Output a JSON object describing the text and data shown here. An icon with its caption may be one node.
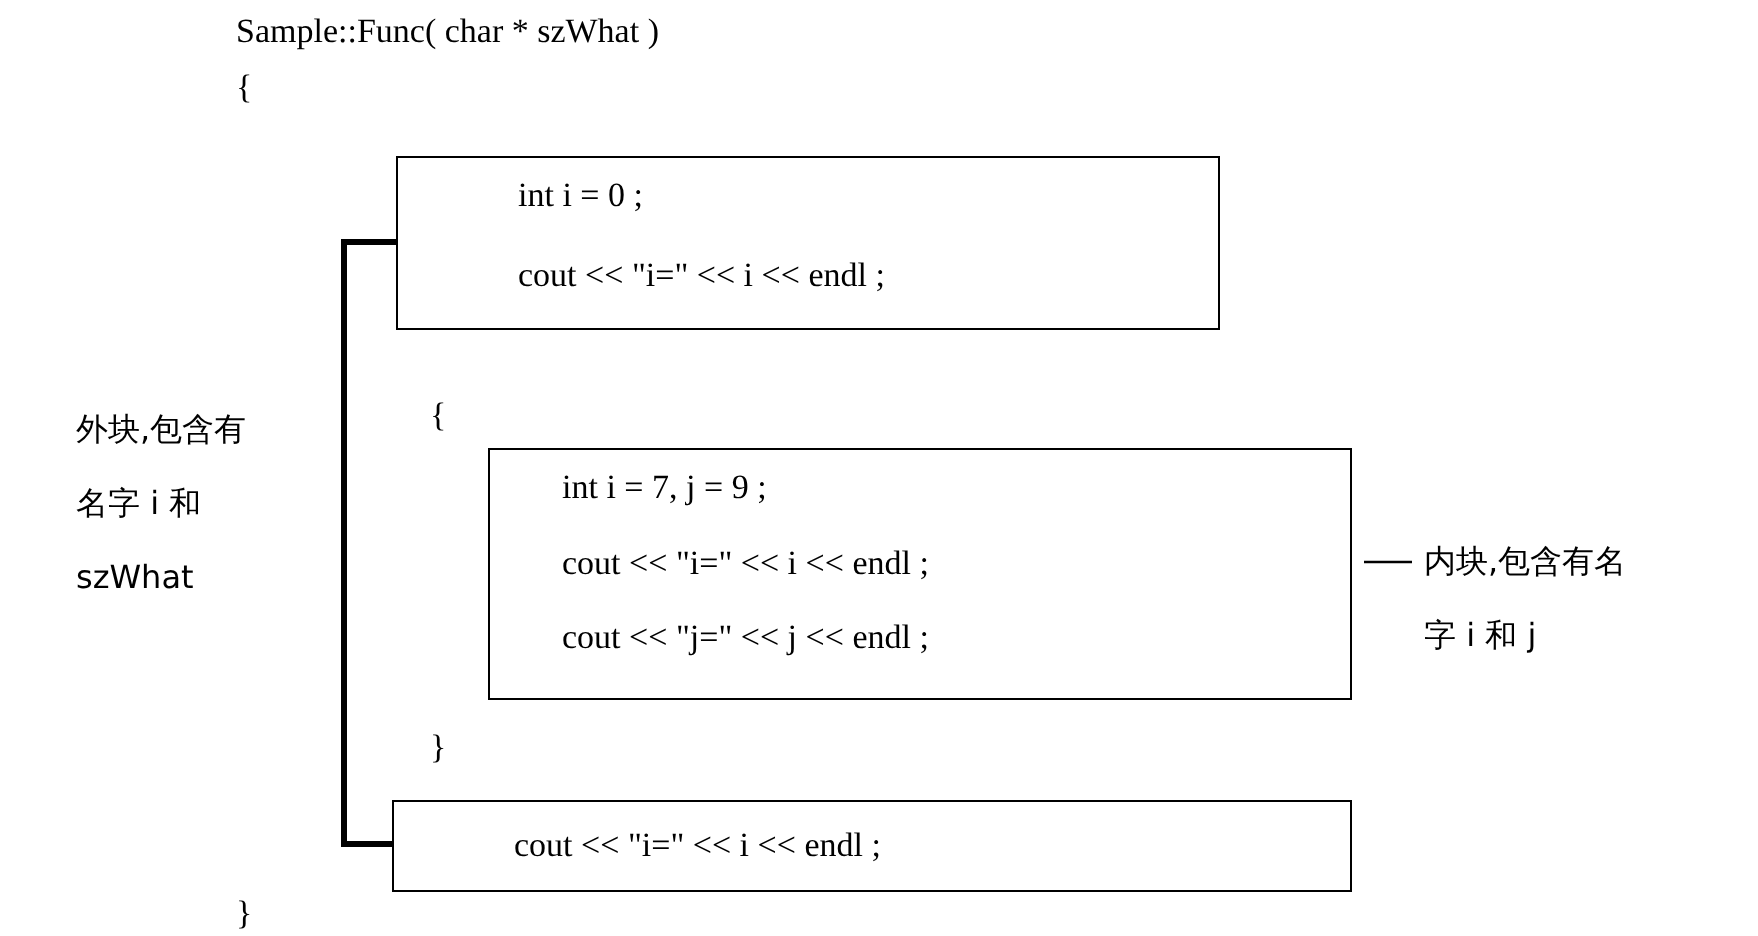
{
  "diagram": {
    "nodes": [
      {
        "text": [
          "int i = 0 ;",
          "cout << \"i=\" << i << endl ;"
        ]
      },
      {
        "text": [
          "int i = 7, j = 9 ;",
          "cout << \"i=\" << i << endl ;",
          "cout << \"j=\" << j << endl ;"
        ]
      },
      {
        "text": [
          "cout << \"i=\" << i << endl ;"
        ]
      },
      {
        "text": [
          "内块,包含有名字 i 和 j"
        ]
      }
    ],
    "edges": [
      {
        "from": 0,
        "to": 2,
        "arrow": "none",
        "style": "thick"
      },
      {
        "from": 3,
        "to": 1,
        "arrow": "none"
      }
    ],
    "labels": [
      "Sample::Func( char * szWhat )",
      "{",
      "{",
      "}",
      "}",
      "外块,包含有名字 i 和 szWhat"
    ]
  }
}
